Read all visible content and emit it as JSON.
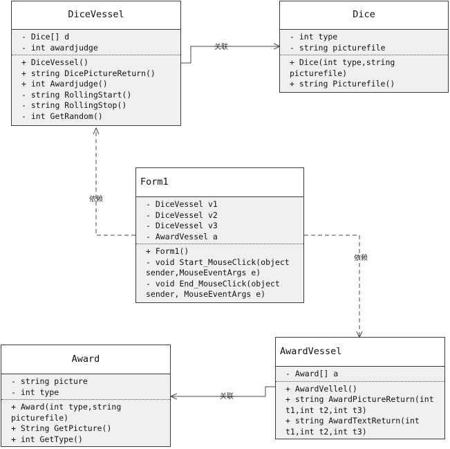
{
  "classes": {
    "dicevessel": {
      "name": "DiceVessel",
      "attributes": [
        "- Dice[] d",
        "- int awardjudge"
      ],
      "methods": [
        "+ DiceVessel()",
        "+ string DicePictureReturn()",
        "+ int Awardjudge()",
        "- string RollingStart()",
        "- string RollingStop()",
        "- int GetRandom()"
      ]
    },
    "dice": {
      "name": "Dice",
      "attributes": [
        "- int type",
        "- string picturefile"
      ],
      "methods": [
        "+ Dice(int type,string picturefile)",
        "+ string Picturefile()"
      ]
    },
    "form1": {
      "name": "Form1",
      "attributes": [
        "- DiceVessel v1",
        "- DiceVessel v2",
        "- DiceVessel v3",
        "- AwardVessel a"
      ],
      "methods": [
        "+ Form1()",
        "- void Start_MouseClick(object sender,MouseEventArgs e)",
        "- void End_MouseClick(object sender, MouseEventArgs e)"
      ]
    },
    "award": {
      "name": "Award",
      "attributes": [
        "- string picture",
        "- int type"
      ],
      "methods": [
        "+ Award(int type,string picturefile)",
        "+ String GetPicture()",
        "+ int GetType()"
      ]
    },
    "awardvessel": {
      "name": "AwardVessel",
      "attributes": [
        "- Award[] a"
      ],
      "methods": [
        "+ AwardVellel()",
        "+ string AwardPictureReturn(int t1,int t2,int t3)",
        "+ string AwardTextReturn(int t1,int t2,int t3)"
      ]
    }
  },
  "relations": {
    "dicevessel_dice": "关联",
    "form1_dicevessel": "依赖",
    "form1_awardvessel": "依赖",
    "awardvessel_award": "关联"
  },
  "colors": {
    "border": "#3a3a3a",
    "box_fill": "#f0f0f0",
    "header_fill": "#ffffff",
    "line": "#444444"
  }
}
